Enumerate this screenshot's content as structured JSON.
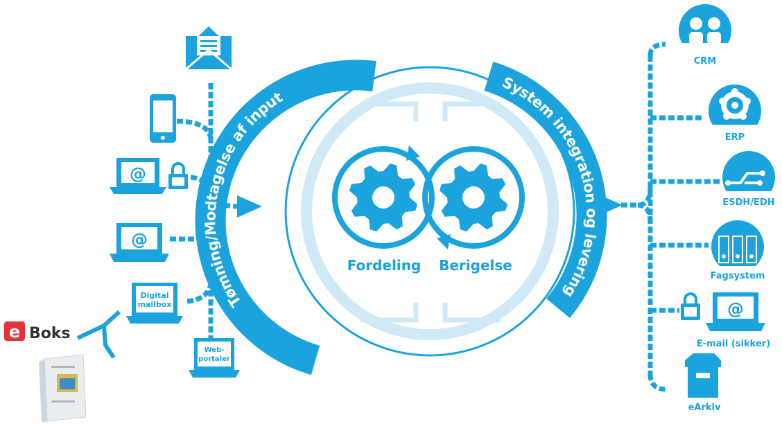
{
  "colors": {
    "primary": "#1aa3dc",
    "light": "#cfe9f7",
    "mid": "#8fcdee",
    "eboks_red": "#e2323a",
    "text_dark": "#333333"
  },
  "left_panel": {
    "digital_mailbox": "Digital\nmailbox",
    "webportaler": "Web-\nportaler",
    "eboks_e": "e",
    "eboks_text": "Boks",
    "icons": [
      "envelope-icon",
      "smartphone-icon",
      "laptop-at-icon",
      "lock-icon",
      "laptop-at-icon",
      "laptop-icon",
      "laptop-icon"
    ]
  },
  "center": {
    "left_arc_text": "Tømning/Modtagelse af input",
    "right_arc_text": "System integration og levering",
    "fordeling": "Fordeling",
    "berigelse": "Berigelse",
    "icons": [
      "gear-icon",
      "gear-icon"
    ]
  },
  "right_panel": {
    "crm": "CRM",
    "erp": "ERP",
    "esdh": "ESDH/EDH",
    "fagsystem": "Fagsystem",
    "email_secure": "E-mail (sikker)",
    "earkiv": "eArkiv",
    "icons": [
      "people-icon",
      "erp-icon",
      "circuit-icon",
      "binders-icon",
      "lock-icon",
      "laptop-at-icon",
      "archive-box-icon"
    ]
  }
}
